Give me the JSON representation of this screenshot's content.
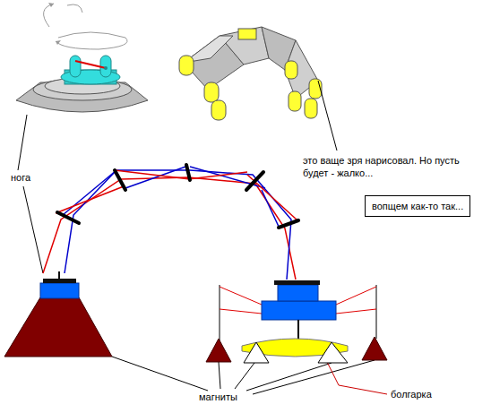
{
  "diagram": {
    "nodes": [
      {
        "text": [
          "вопщем как-то так..."
        ]
      }
    ],
    "labels": [
      "это ваще зря нарисовал. Но пусть будет - жалко...",
      "нога",
      "магниты",
      "болгарка"
    ]
  }
}
